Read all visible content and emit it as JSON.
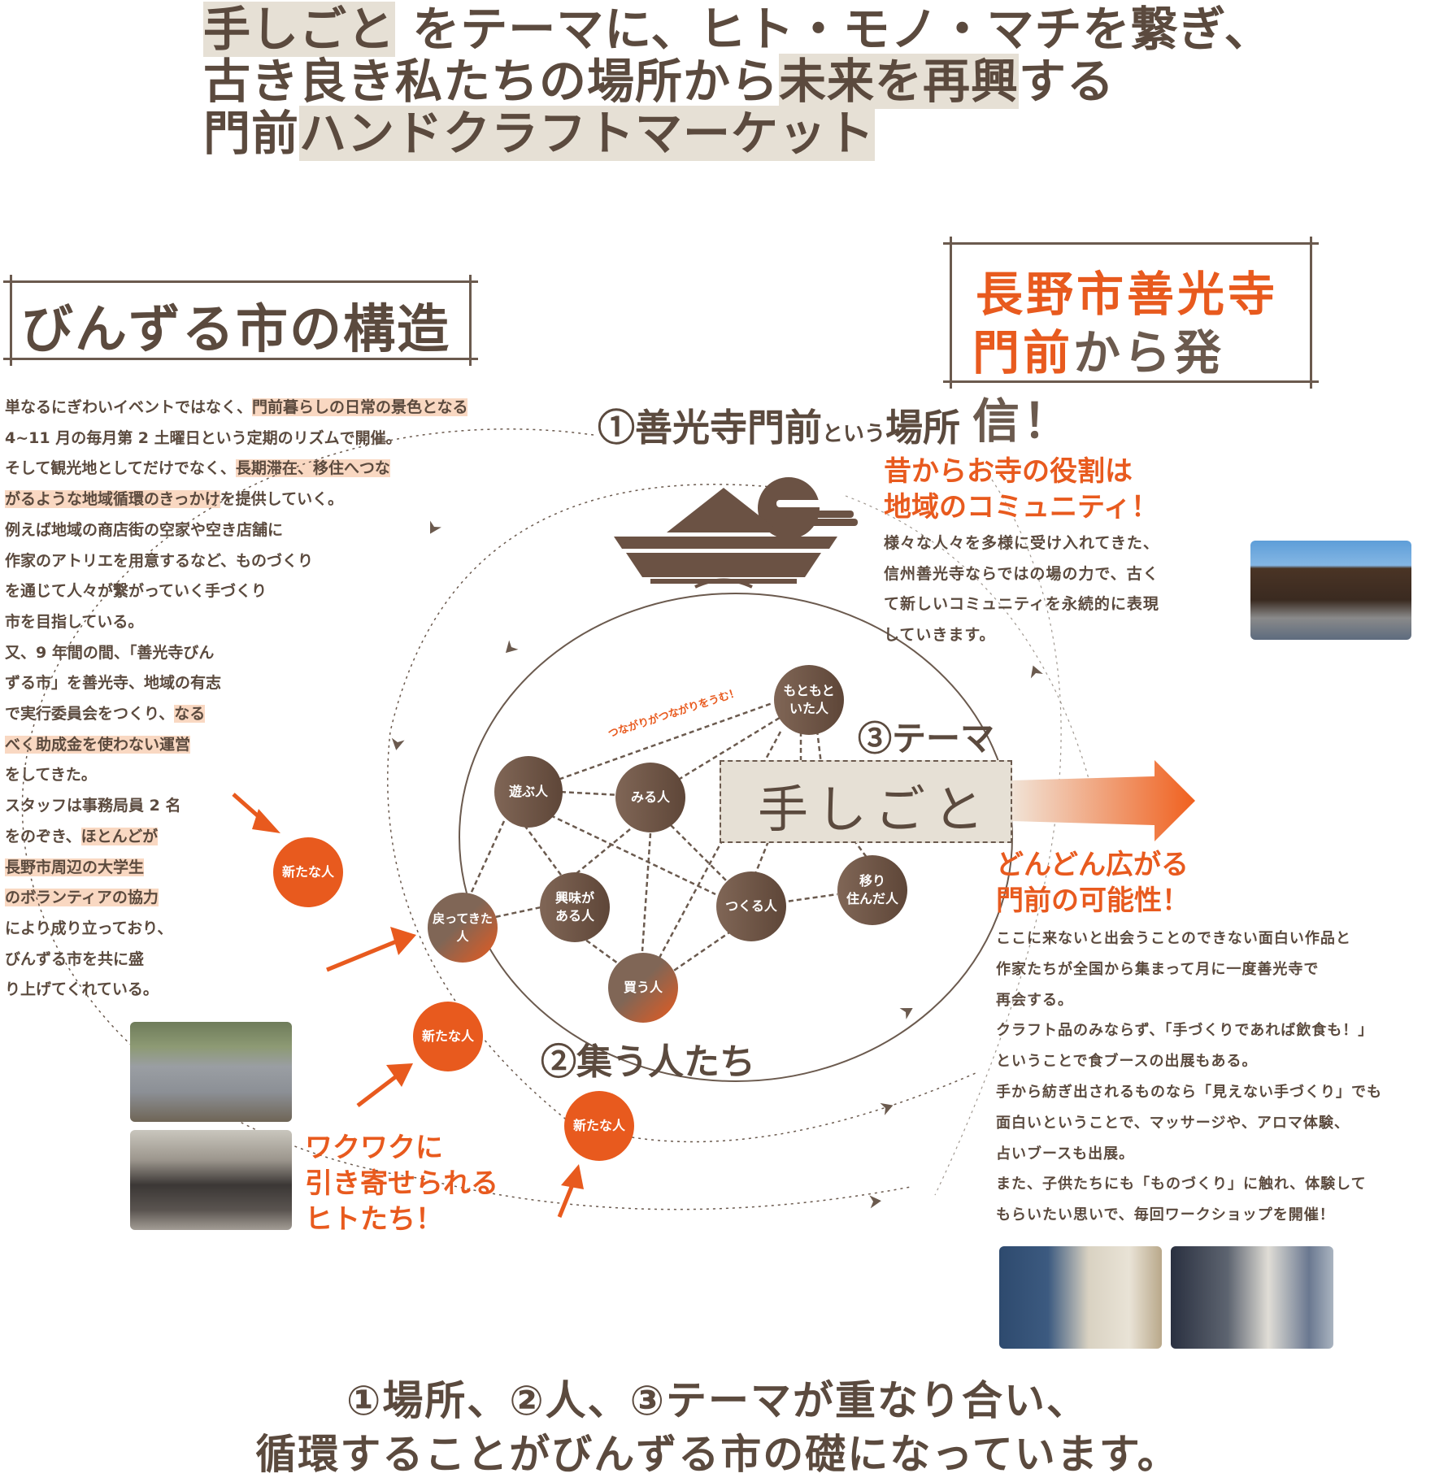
{
  "headline": {
    "line1": {
      "highlight": "手しごと",
      "rest": " をテーマに、ヒト・モノ・マチを繋ぎ、"
    },
    "line2": {
      "pre": "古き良き私たちの場所から",
      "highlight": "未来を再興",
      "post": "する"
    },
    "line3": {
      "pre": "門前",
      "highlight": "ハンドクラフトマーケット"
    }
  },
  "structure_title": "びんずる市の構造",
  "origin_box": {
    "line1": "長野市善光寺",
    "line2_orange": "門前",
    "line2_brown": "から発信！"
  },
  "left_body": [
    {
      "plain": "単なるにぎわいイベントではなく、",
      "mark": "門前暮らしの日常の景色となる"
    },
    {
      "plain": "4~11 月の毎月第 2 土曜日という定期のリズムで開催。"
    },
    {
      "plain": "そして観光地としてだけでなく、",
      "mark": "長期滞在、移住へつな"
    },
    {
      "mark": "がるような地域循環のきっかけ",
      "plain_after": "を提供していく。"
    },
    {
      "plain": "例えば地域の商店街の空家や空き店舗に"
    },
    {
      "plain": "作家のアトリエを用意するなど、ものづくり"
    },
    {
      "plain": "を通じて人々が繋がっていく手づくり"
    },
    {
      "plain": "市を目指している。"
    },
    {
      "plain": "又、9 年間の間、「善光寺びん"
    },
    {
      "plain": "ずる市」を善光寺、地域の有志"
    },
    {
      "plain": "で実行委員会をつくり、",
      "mark": "なる"
    },
    {
      "mark": "べく助成金を使わない運営"
    },
    {
      "plain": "をしてきた。"
    },
    {
      "plain": "スタッフは事務局員 2 名"
    },
    {
      "plain": "をのぞき、",
      "mark": "ほとんどが"
    },
    {
      "mark": "長野市周辺の大学生"
    },
    {
      "mark": "のボランティアの協力"
    },
    {
      "plain": "により成り立っており、"
    },
    {
      "plain": "びんずる市を共に盛"
    },
    {
      "plain": "り上げてくれている。"
    }
  ],
  "sections": {
    "place": {
      "num": "①",
      "main": "善光寺門前",
      "small": "という",
      "tail": "場所"
    },
    "people": {
      "num": "②",
      "label": "集う人たち"
    },
    "theme": {
      "num": "③",
      "label": "テーマ"
    }
  },
  "temple_note": {
    "heading": [
      "昔からお寺の役割は",
      "地域のコミュニティ！"
    ],
    "body": [
      "様々な人々を多様に受け入れてきた、",
      "信州善光寺ならではの場の力で、古く",
      "て新しいコミュニティを永続的に表現",
      "していきます。"
    ]
  },
  "connection_note": "つながりがつながりをうむ！",
  "theme_word": "手しごと",
  "nodes": [
    {
      "id": "motomoto",
      "label": "もともと\nいた人"
    },
    {
      "id": "asobu",
      "label": "遊ぶ人"
    },
    {
      "id": "miru",
      "label": "みる人"
    },
    {
      "id": "kyomi",
      "label": "興味が\nある人"
    },
    {
      "id": "tsukuru",
      "label": "つくる人"
    },
    {
      "id": "utsuri",
      "label": "移り\n住んだ人"
    },
    {
      "id": "modotte",
      "label": "戻ってきた\n人"
    },
    {
      "id": "kau",
      "label": "買う人"
    },
    {
      "id": "new1",
      "label": "新たな人"
    },
    {
      "id": "new2",
      "label": "新たな人"
    },
    {
      "id": "new3",
      "label": "新たな人"
    }
  ],
  "growth_note": {
    "heading": [
      "どんどん広がる",
      "門前の可能性！"
    ],
    "body": [
      "ここに来ないと出会うことのできない面白い作品と",
      "作家たちが全国から集まって月に一度善光寺で",
      "再会する。",
      "クラフト品のみならず、「手づくりであれば飲食も！」",
      "ということで食ブースの出展もある。",
      "手から紡ぎ出されるものなら「見えない手づくり」でも",
      "面白いということで、マッサージや、アロマ体験、",
      "占いブースも出展。",
      "また、子供たちにも「ものづくり」に触れ、体験して",
      "もらいたい思いで、毎回ワークショップを開催！"
    ]
  },
  "attract_note": [
    "ワクワクに",
    "引き寄せられる",
    "ヒトたち！"
  ],
  "footer": [
    "①場所、②人、③テーマが重なり合い、",
    "循環することがびんずる市の礎になっています。"
  ],
  "colors": {
    "brown": "#5b4a3e",
    "orange": "#e85a1e",
    "beige": "#e6e0d5",
    "mark": "#f9d8c2"
  }
}
